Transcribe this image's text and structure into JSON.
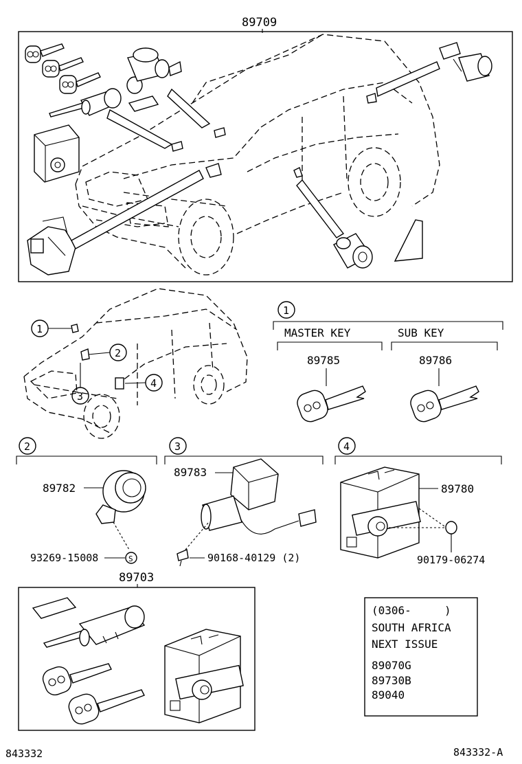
{
  "assemblies": {
    "top_kit": "89709",
    "bottom_kit": "89703"
  },
  "callouts": {
    "c1": "1",
    "c2": "2",
    "c3": "3",
    "c4": "4"
  },
  "key_section": {
    "master_key_label": "MASTER KEY",
    "sub_key_label": "SUB KEY",
    "master_key_part": "89785",
    "sub_key_part": "89786"
  },
  "section2": {
    "part": "89782",
    "screw_part": "93269-15008",
    "screw_symbol": "S"
  },
  "section3": {
    "part": "89783",
    "bolt_part": "90168-40129 (2)"
  },
  "section4": {
    "part": "89780",
    "nut_part": "90179-06274"
  },
  "notice": {
    "line1": "(0306-     )",
    "line2": "SOUTH AFRICA",
    "line3": "NEXT ISSUE",
    "parts": [
      "89070G",
      "89730B",
      "89040"
    ]
  },
  "footer": {
    "left_code": "843332",
    "right_code": "843332-A"
  }
}
